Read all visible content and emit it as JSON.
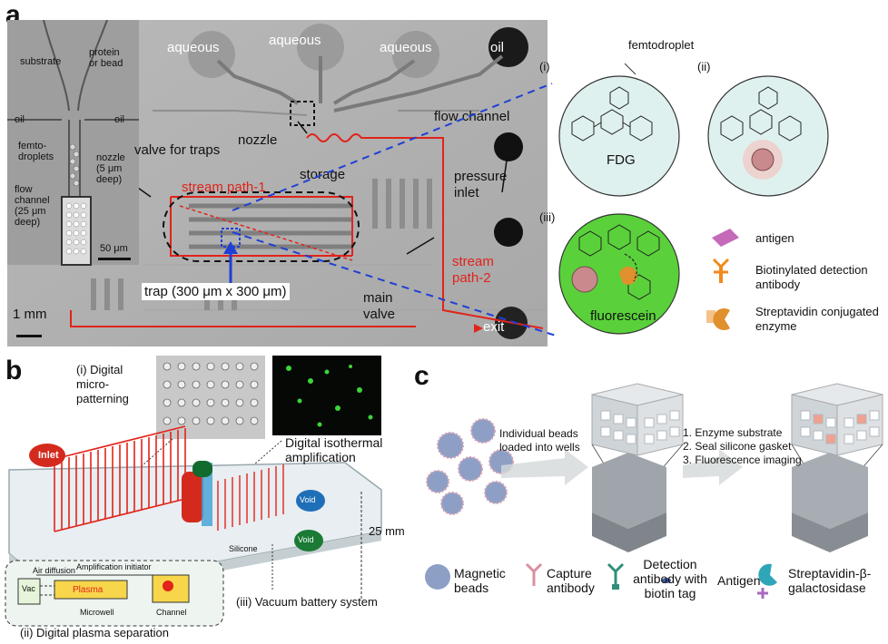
{
  "panel_a": {
    "letter": "a",
    "inset": {
      "substrate": "substrate",
      "protein_or_bead": "protein or bead",
      "oil_left": "oil",
      "oil_right": "oil",
      "femtodroplets": "femto- droplets",
      "nozzle": "nozzle (5 μm deep)",
      "flow_channel": "flow channel (25 μm deep)",
      "scale": "50 μm"
    },
    "chip": {
      "aqueous_1": "aqueous",
      "aqueous_2": "aqueous",
      "aqueous_3": "aqueous",
      "oil": "oil",
      "nozzle": "nozzle",
      "flow_channel": "flow channel",
      "valve_for_traps": "valve for traps",
      "storage": "storage",
      "pressure_inlet": "pressure inlet",
      "stream_path_1": "stream path-1",
      "stream_path_2": "stream path-2",
      "trap": "trap (300 μm x 300 μm)",
      "main_valve": "main valve",
      "scale": "1 mm",
      "exit": "exit"
    },
    "droplets": {
      "femtodroplet": "femtodroplet",
      "i": "(i)",
      "ii": "(ii)",
      "iii": "(iii)",
      "fdg": "FDG",
      "fluorescein": "fluorescein",
      "legend_antigen": "antigen",
      "legend_biotin": "Biotinylated detection antibody",
      "legend_strep": "Streptavidin conjugated enzyme"
    }
  },
  "panel_b": {
    "letter": "b",
    "micro_patterning": "(i) Digital micro- patterning",
    "isothermal": "Digital isothermal amplification",
    "inlet": "Inlet",
    "void_1": "Void",
    "void_2": "Void",
    "silicone": "Silicone",
    "dimension": "25 mm",
    "vacuum": "(iii) Vacuum battery system",
    "plasma_sep": "(ii) Digital plasma separation",
    "air_diffusion": "Air diffusion",
    "amp_initiator": "Amplification initiator",
    "vac": "Vac",
    "plasma": "Plasma",
    "microwell": "Microwell",
    "channel": "Channel"
  },
  "panel_c": {
    "letter": "c",
    "step1": "Individual beads loaded into wells",
    "step2_1": "1. Enzyme substrate",
    "step2_2": "2. Seal silicone gasket",
    "step2_3": "3. Fluorescence imaging",
    "legend": {
      "beads": "Magnetic beads",
      "capture": "Capture antibody",
      "detection": "Detection antibody with biotin tag",
      "antigen": "Antigen",
      "strep": "Streptavidin-β-galactosidase"
    }
  },
  "colors": {
    "red_stream": "#e2231a",
    "blue_dash": "#1f3fd6",
    "green_fluor": "#5ad13a",
    "droplet_fill": "#dff1ef",
    "bead": "#8e9fc6"
  }
}
